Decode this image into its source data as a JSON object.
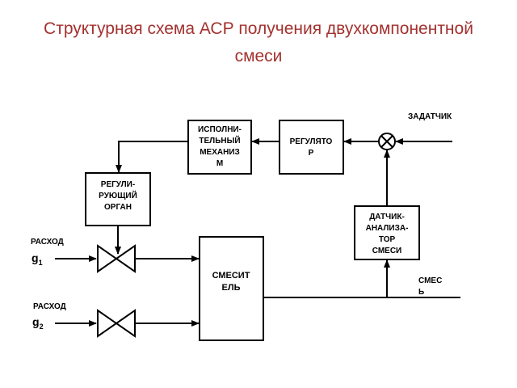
{
  "title": {
    "line1": "Структурная схема АСР  получения двухкомпонентной",
    "line2": "смеси"
  },
  "blocks": {
    "actuator": [
      "ИСПОЛНИ-",
      "ТЕЛЬНЫЙ",
      "МЕХАНИЗ",
      "М"
    ],
    "controller": [
      "РЕГУЛЯТО",
      "Р"
    ],
    "regulating_organ": [
      "РЕГУЛИ-",
      "РУЮЩИЙ",
      "ОРГАН"
    ],
    "mixer": [
      "СМЕСИТ",
      "ЕЛЬ"
    ],
    "analyzer": [
      "ДАТЧИК-",
      "АНАЛИЗА-",
      "ТОР",
      "СМЕСИ"
    ]
  },
  "labels": {
    "setpoint": "ЗАДАТЧИК",
    "flow1": "РАСХОД",
    "g1": "g",
    "g1_sub": "1",
    "flow2": "РАСХОД",
    "g2": "g",
    "g2_sub": "2",
    "mixture": [
      "СМЕС",
      "Ь"
    ]
  },
  "colors": {
    "title": "#a3322f",
    "lines": "#000000"
  }
}
